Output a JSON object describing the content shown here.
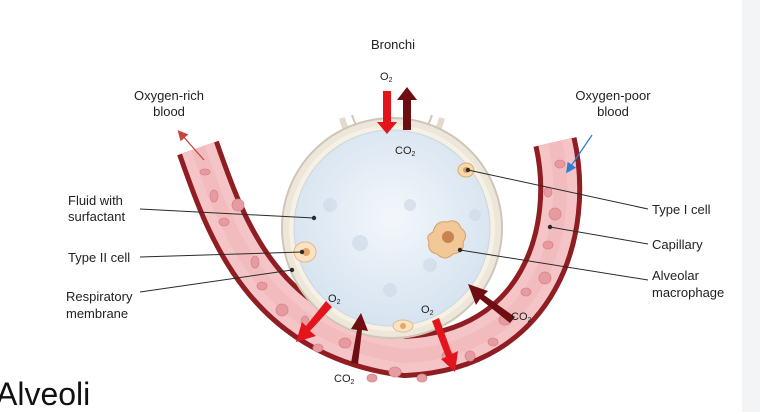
{
  "title": "Alveoli",
  "labels": {
    "bronchi": "Bronchi",
    "oxygen_rich_1": "Oxygen-rich",
    "oxygen_rich_2": "blood",
    "oxygen_poor_1": "Oxygen-poor",
    "oxygen_poor_2": "blood",
    "fluid_1": "Fluid with",
    "fluid_2": "surfactant",
    "type2": "Type II cell",
    "resp_1": "Respiratory",
    "resp_2": "membrane",
    "type1": "Type I cell",
    "capillary": "Capillary",
    "macro_1": "Alveolar",
    "macro_2": "macrophage"
  },
  "chem": {
    "o2_base": "O",
    "o2_sub": "2",
    "co2_base": "CO",
    "co2_sub": "2"
  },
  "colors": {
    "vessel_outer": "#8f1d22",
    "vessel_fill": "#f4c4c6",
    "red_cell": "#e59ba0",
    "alveolus_fill": "#dde8f3",
    "membrane": "#e8dfd2",
    "o2_arrow": "#e3141b",
    "co2_arrow": "#6e0d12",
    "rich_arrow": "#c6463f",
    "poor_arrow": "#2f7fd0"
  }
}
